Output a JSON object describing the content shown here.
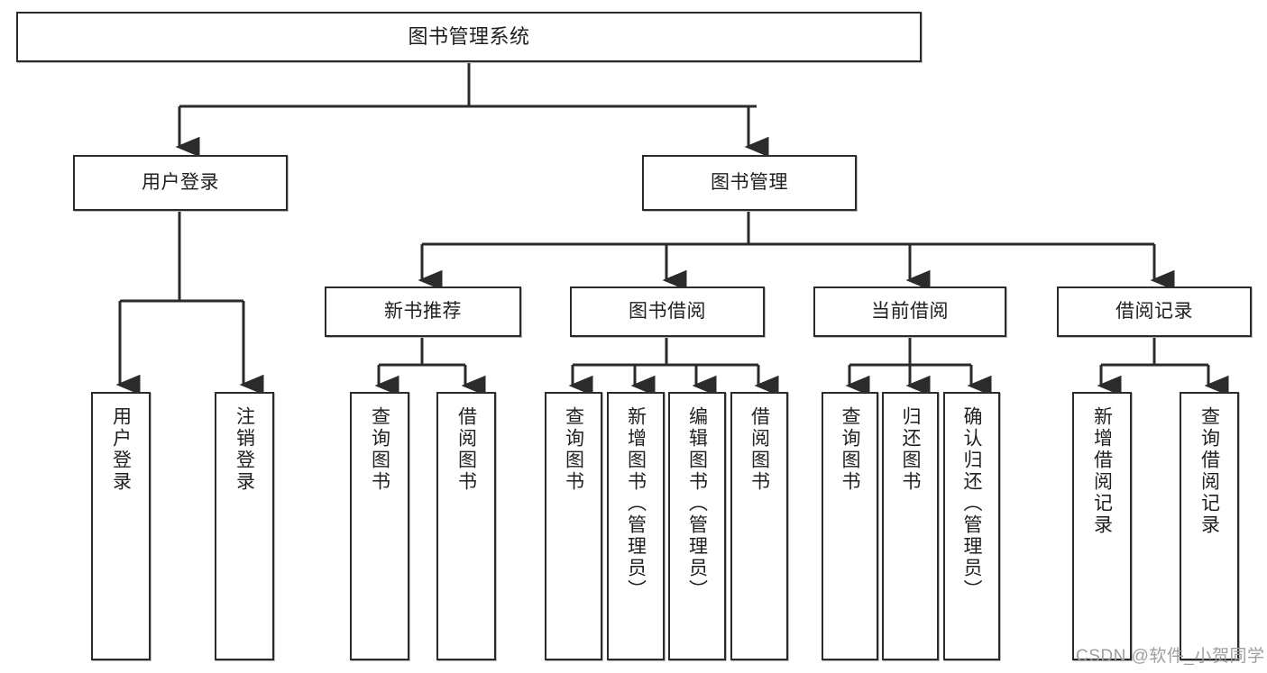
{
  "diagram": {
    "type": "tree-hierarchy-chart",
    "title": "图书管理系统",
    "stroke_color": "#2b2b2b",
    "fill_color": "#ffffff",
    "text_color": "#1f1f1f",
    "levels": [
      {
        "level": 1,
        "nodes": [
          {
            "id": "root",
            "label": "图书管理系统",
            "orientation": "horizontal"
          }
        ]
      },
      {
        "level": 2,
        "nodes": [
          {
            "id": "login",
            "label": "用户登录",
            "orientation": "horizontal",
            "parent": "root"
          },
          {
            "id": "bookmgmt",
            "label": "图书管理",
            "orientation": "horizontal",
            "parent": "root"
          }
        ]
      },
      {
        "level": 3,
        "nodes": [
          {
            "id": "newbook",
            "label": "新书推荐",
            "orientation": "horizontal",
            "parent": "bookmgmt"
          },
          {
            "id": "borrow",
            "label": "图书借阅",
            "orientation": "horizontal",
            "parent": "bookmgmt"
          },
          {
            "id": "current",
            "label": "当前借阅",
            "orientation": "horizontal",
            "parent": "bookmgmt"
          },
          {
            "id": "records",
            "label": "借阅记录",
            "orientation": "horizontal",
            "parent": "bookmgmt"
          }
        ]
      },
      {
        "level": 4,
        "nodes": [
          {
            "id": "leaf1",
            "label": "用户登录",
            "orientation": "vertical",
            "parent": "login"
          },
          {
            "id": "leaf2",
            "label": "注销登录",
            "orientation": "vertical",
            "parent": "login"
          },
          {
            "id": "leaf3",
            "label": "查询图书",
            "orientation": "vertical",
            "parent": "newbook"
          },
          {
            "id": "leaf4",
            "label": "借阅图书",
            "orientation": "vertical",
            "parent": "newbook"
          },
          {
            "id": "leaf5",
            "label": "查询图书",
            "orientation": "vertical",
            "parent": "borrow"
          },
          {
            "id": "leaf6",
            "label": "新增图书（管理员）",
            "orientation": "vertical",
            "parent": "borrow"
          },
          {
            "id": "leaf7",
            "label": "编辑图书（管理员）",
            "orientation": "vertical",
            "parent": "borrow"
          },
          {
            "id": "leaf8",
            "label": "借阅图书",
            "orientation": "vertical",
            "parent": "borrow"
          },
          {
            "id": "leaf9",
            "label": "查询图书",
            "orientation": "vertical",
            "parent": "current"
          },
          {
            "id": "leaf10",
            "label": "归还图书",
            "orientation": "vertical",
            "parent": "current"
          },
          {
            "id": "leaf11",
            "label": "确认归还（管理员）",
            "orientation": "vertical",
            "parent": "current"
          },
          {
            "id": "leaf12",
            "label": "新增借阅记录",
            "orientation": "vertical",
            "parent": "records"
          },
          {
            "id": "leaf13",
            "label": "查询借阅记录",
            "orientation": "vertical",
            "parent": "records"
          }
        ]
      }
    ]
  },
  "watermark": {
    "text": "CSDN @软件_小贺同学"
  }
}
